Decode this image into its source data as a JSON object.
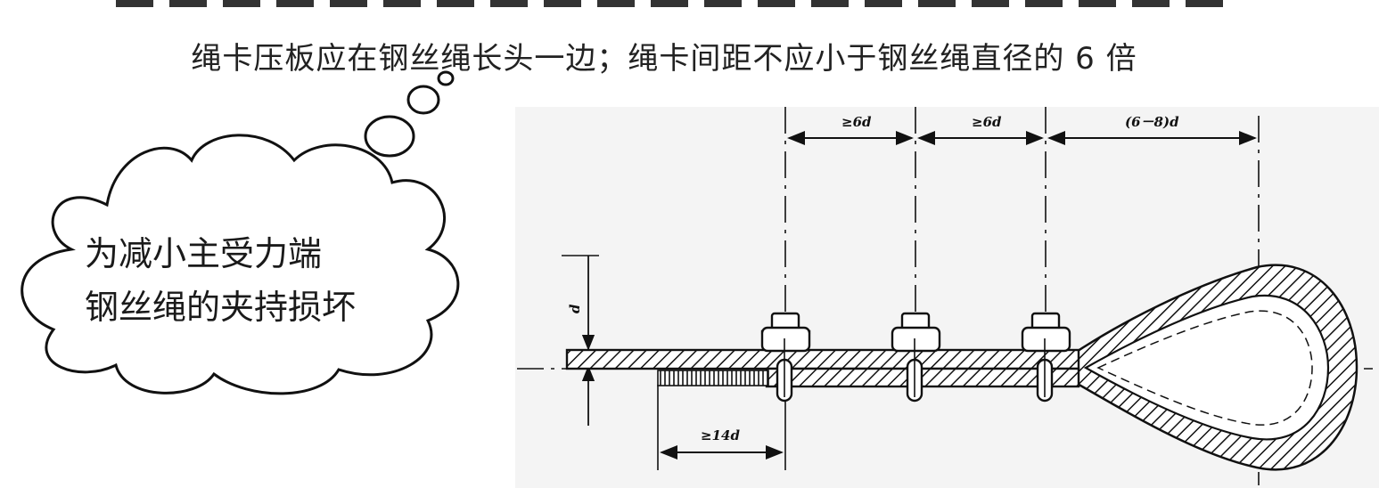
{
  "caption": "绳卡压板应在钢丝绳长头一边；绳卡间距不应小于钢丝绳直径的 6 倍",
  "thought_bubble": {
    "line1": "为减小主受力端",
    "line2": "钢丝绳的夹持损坏"
  },
  "diagram": {
    "dim_spacing_1": "≥6d",
    "dim_spacing_2": "≥6d",
    "dim_tail": "(6－8)d",
    "dim_overlap": "≥14d",
    "dim_diameter": "d"
  },
  "colors": {
    "line": "#111111",
    "panel": "#f4f4f4"
  }
}
